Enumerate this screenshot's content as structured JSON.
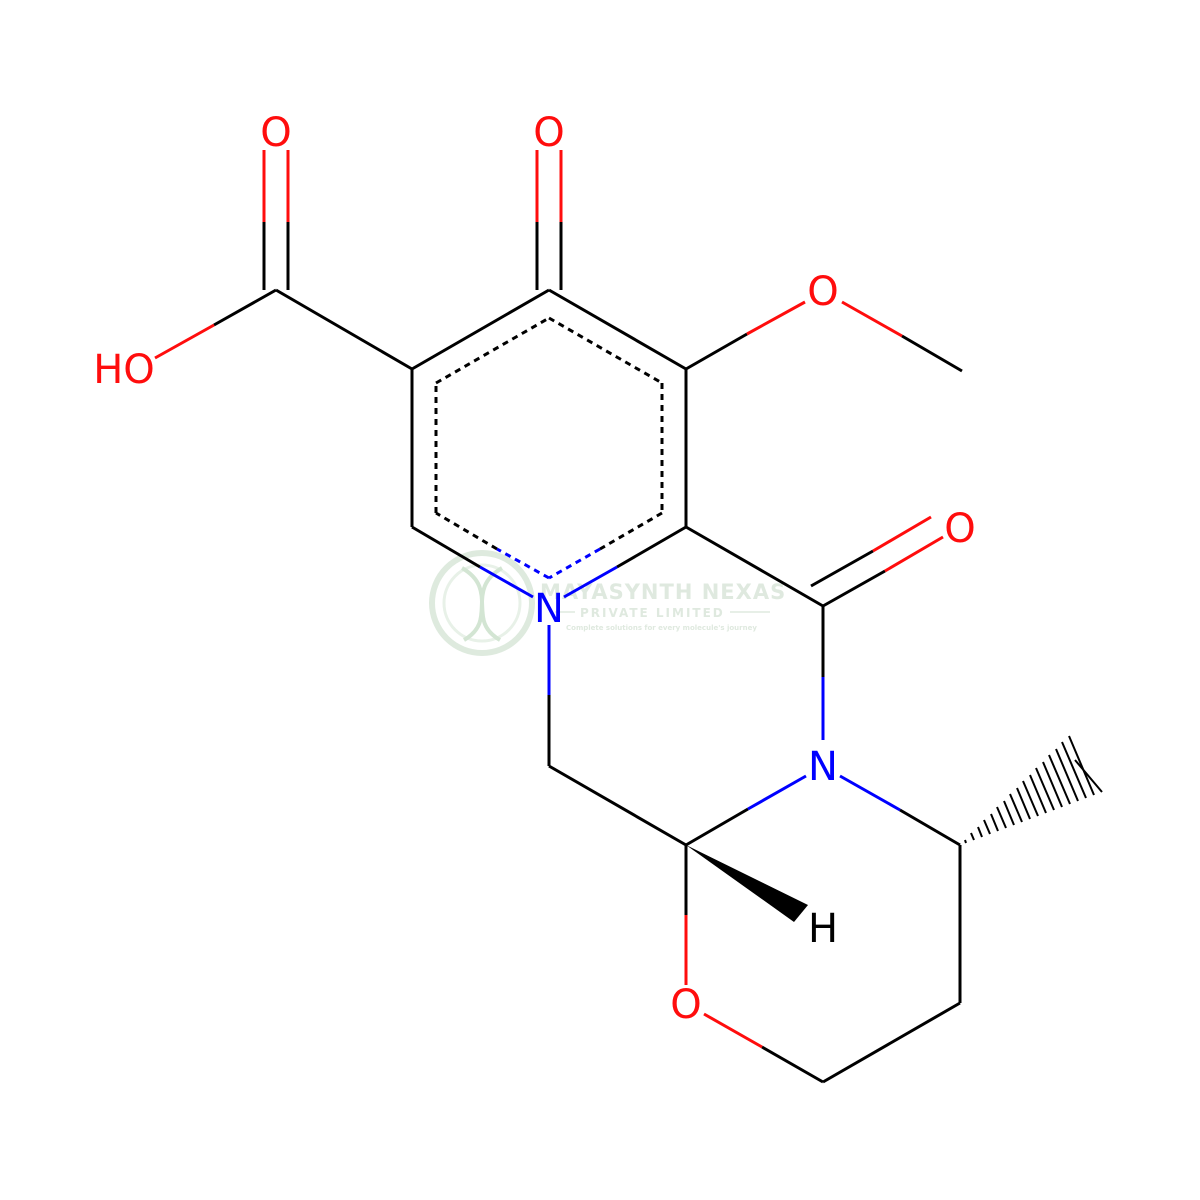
{
  "colors": {
    "bond": "#000000",
    "oxygen": "#ff0d0d",
    "nitrogen": "#0000ff",
    "hydrogen": "#000000",
    "watermark": "#d9e8d9"
  },
  "atoms": {
    "o_acid_carbonyl": "O",
    "o_ketone": "O",
    "o_methoxy": "O",
    "o_amide": "O",
    "hydroxyl": "HO",
    "n_ring": "N",
    "n_amide": "N",
    "h_stereo": "H",
    "o_ring": "O"
  },
  "watermark": {
    "title": "MAYASYNTH NEXAS",
    "subtitle": "PRIVATE LIMITED",
    "tagline": "Complete solutions for every molecule's journey"
  }
}
